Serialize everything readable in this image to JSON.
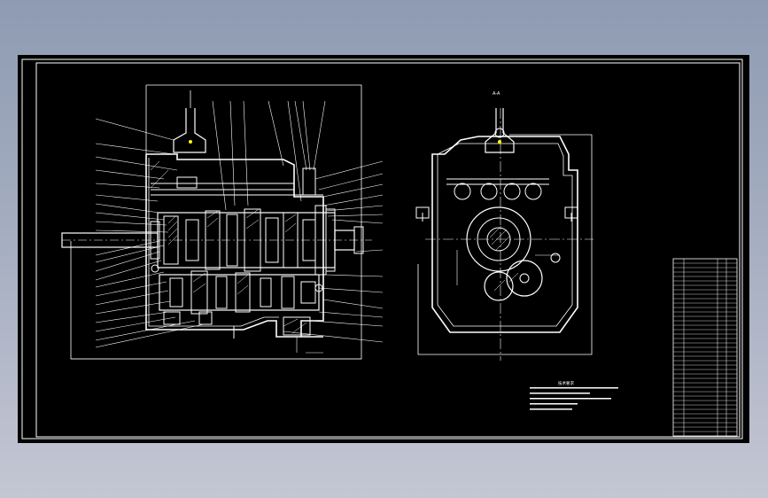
{
  "view_label": "A-A",
  "tech_requirements": {
    "title": "技术要求",
    "lines": [
      "",
      "",
      "",
      "",
      ""
    ]
  },
  "title_block": {
    "rows": 40
  },
  "colors": {
    "background": "#000000",
    "linework": "#ffffff",
    "accent": "#ffff00"
  }
}
